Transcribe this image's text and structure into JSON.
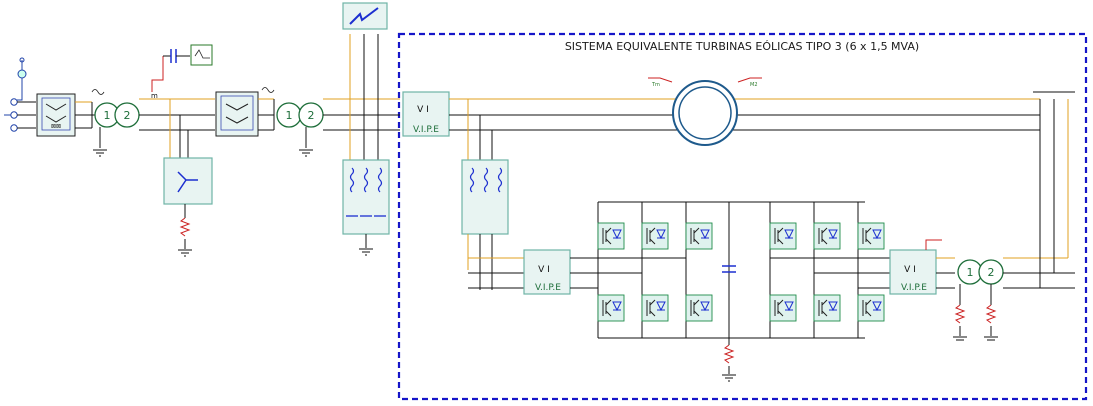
{
  "title": "SISTEMA EQUIVALENTE TURBINAS EÓLICAS TIPO 3 (6 x 1,5 MVA)",
  "vipe_label": "V.I.P.E",
  "vi_label": "V   I",
  "transformer_winding_1": "1",
  "transformer_winding_2": "2",
  "node_m": "m",
  "colors": {
    "region_border": "#1515c8",
    "orange_line": "#e0a020",
    "black_line": "#111111",
    "green_device": "#1e8c4a",
    "teal_box": "#6fb3a6",
    "device_fill": "#dff2ee",
    "node_red": "#cc2222",
    "blue_component": "#1c2fd0"
  },
  "icons": [
    "source-icon",
    "transformer-icon",
    "switch-icon",
    "generator-icon",
    "igbt-icon",
    "capacitor-icon",
    "resistor-icon",
    "ground-icon",
    "scope-icon",
    "meter-icon"
  ]
}
